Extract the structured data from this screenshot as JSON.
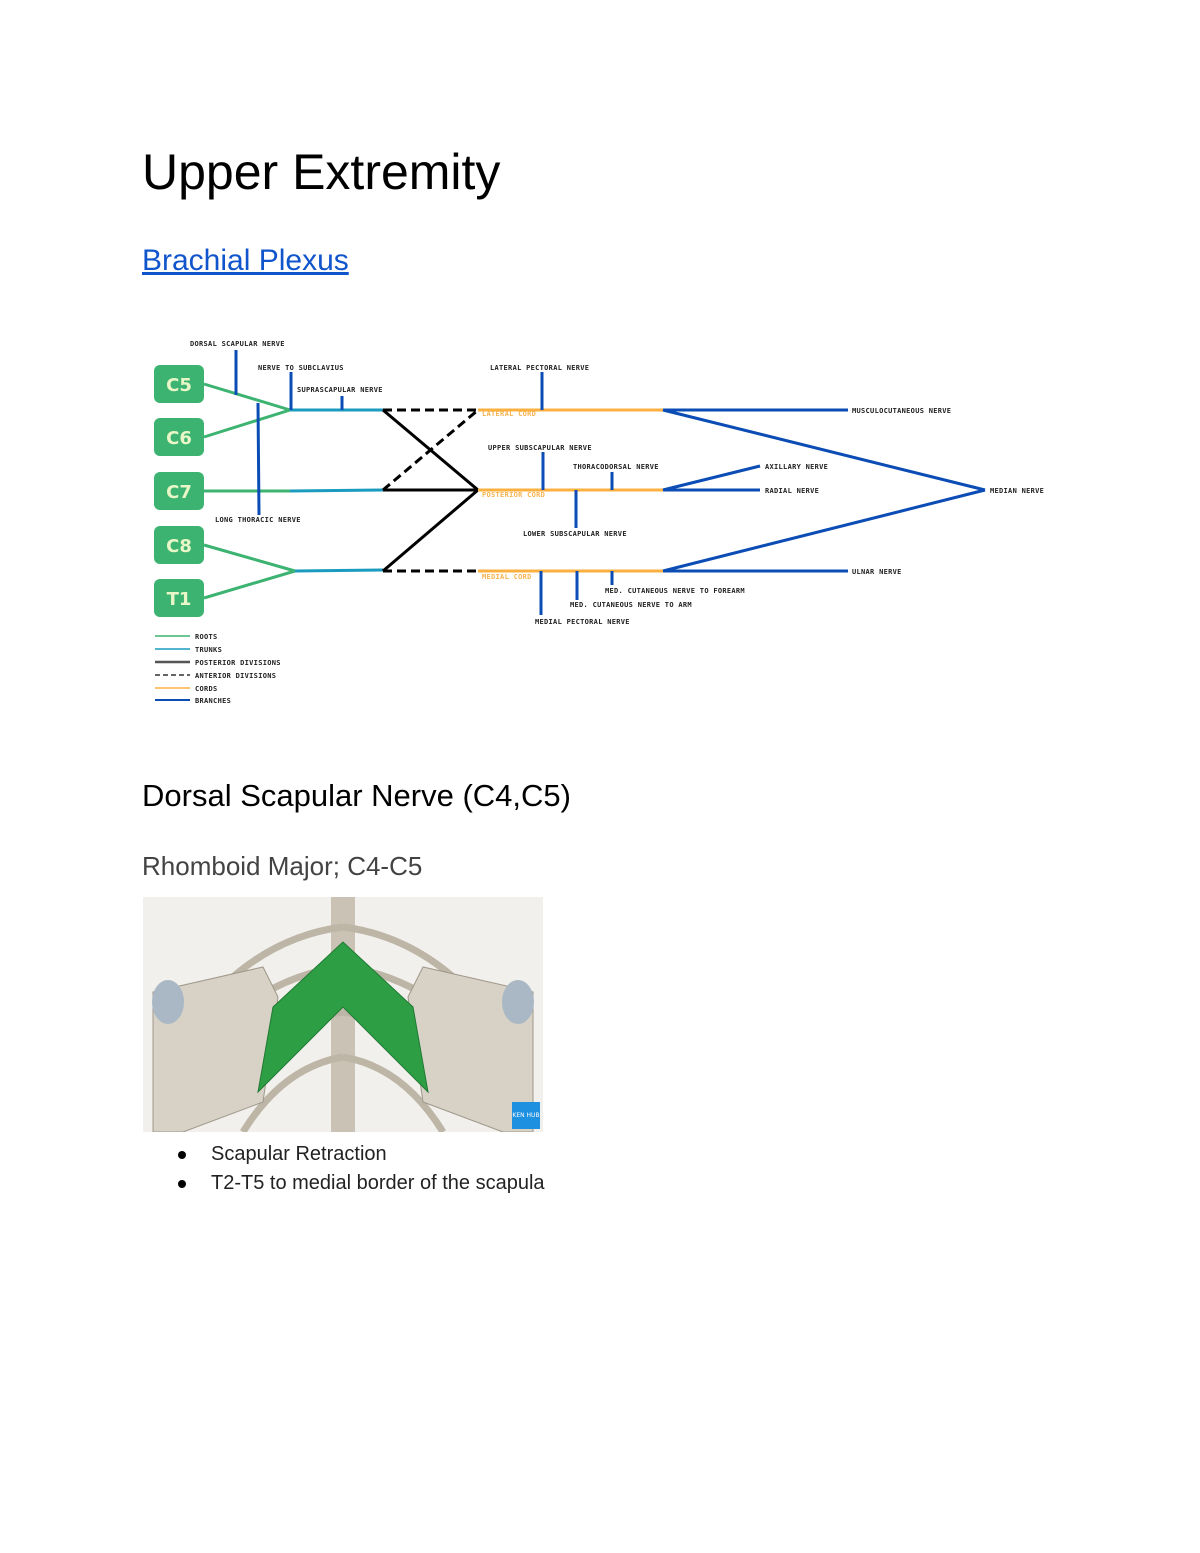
{
  "document": {
    "title": "Upper Extremity",
    "link": "Brachial Plexus",
    "section_heading": "Dorsal Scapular Nerve (C4,C5)",
    "subheading": "Rhomboid Major; C4-C5",
    "bullets": [
      "Scapular Retraction",
      "T2-T5 to medial border of the scapula"
    ]
  },
  "diagram": {
    "roots": [
      "C5",
      "C6",
      "C7",
      "C8",
      "T1"
    ],
    "nerves": {
      "dorsal_scapular": "DORSAL SCAPULAR NERVE",
      "subclavius": "NERVE TO SUBCLAVIUS",
      "suprascapular": "SUPRASCAPULAR NERVE",
      "long_thoracic": "LONG THORACIC NERVE",
      "lateral_pectoral": "LATERAL PECTORAL NERVE",
      "upper_subscapular": "UPPER SUBSCAPULAR NERVE",
      "thoracodorsal": "THORACODORSAL NERVE",
      "lower_subscapular": "LOWER SUBSCAPULAR NERVE",
      "axillary": "AXILLARY NERVE",
      "radial": "RADIAL NERVE",
      "musculocutaneous": "MUSCULOCUTANEOUS NERVE",
      "median": "MEDIAN NERVE",
      "ulnar": "ULNAR NERVE",
      "med_cut_forearm": "MED. CUTANEOUS NERVE TO FOREARM",
      "med_cut_arm": "MED. CUTANEOUS NERVE TO ARM",
      "medial_pectoral": "MEDIAL PECTORAL NERVE"
    },
    "cords": {
      "lateral": "LATERAL CORD",
      "posterior": "POSTERIOR CORD",
      "medial": "MEDIAL CORD"
    },
    "legend": [
      "ROOTS",
      "TRUNKS",
      "POSTERIOR DIVISIONS",
      "ANTERIOR DIVISIONS",
      "CORDS",
      "BRANCHES"
    ],
    "colors": {
      "roots": "#3cb371",
      "trunks": "#1a9bbf",
      "divisions": "#000000",
      "cords": "#fbb040",
      "branches": "#0b4db5"
    }
  },
  "image": {
    "badge": "KEN HUB"
  }
}
